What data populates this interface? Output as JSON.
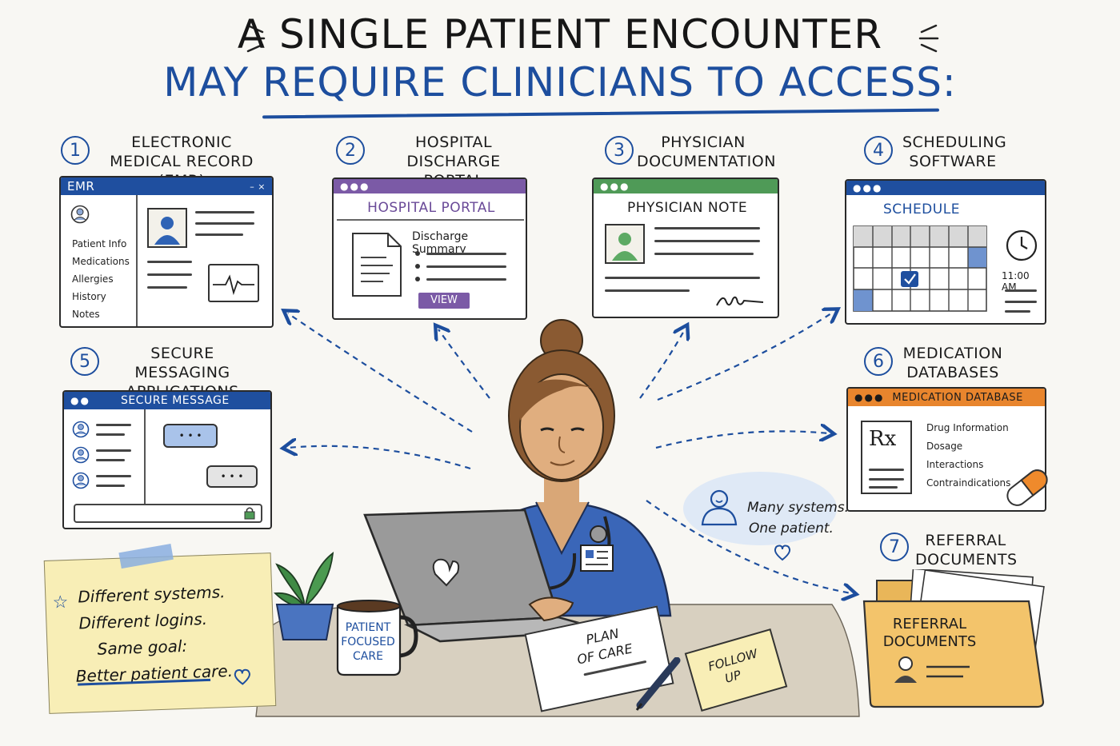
{
  "title": {
    "line1": "A SINGLE PATIENT ENCOUNTER",
    "line2": "MAY REQUIRE CLINICIANS TO ACCESS:"
  },
  "systems": [
    {
      "number": "1",
      "label_line1": "ELECTRONIC",
      "label_line2": "MEDICAL RECORD (EMR)"
    },
    {
      "number": "2",
      "label_line1": "HOSPITAL DISCHARGE",
      "label_line2": "PORTAL"
    },
    {
      "number": "3",
      "label_line1": "PHYSICIAN",
      "label_line2": "DOCUMENTATION"
    },
    {
      "number": "4",
      "label_line1": "SCHEDULING",
      "label_line2": "SOFTWARE"
    },
    {
      "number": "5",
      "label_line1": "SECURE MESSAGING",
      "label_line2": "APPLICATIONS"
    },
    {
      "number": "6",
      "label_line1": "MEDICATION",
      "label_line2": "DATABASES"
    },
    {
      "number": "7",
      "label_line1": "REFERRAL",
      "label_line2": "DOCUMENTS"
    }
  ],
  "emr": {
    "title": "EMR",
    "menu": [
      "Patient Info",
      "Medications",
      "Allergies",
      "History",
      "Notes"
    ]
  },
  "portal": {
    "title": "HOSPITAL PORTAL",
    "doc_title": "Discharge Summary",
    "button": "VIEW"
  },
  "physician": {
    "title": "PHYSICIAN NOTE"
  },
  "schedule": {
    "title": "SCHEDULE",
    "time": "11:00 AM"
  },
  "messaging": {
    "title": "SECURE MESSAGE",
    "bubble": "• • •"
  },
  "medication": {
    "title": "MEDICATION DATABASE",
    "rx": "Rx",
    "items": [
      "Drug Information",
      "Dosage",
      "Interactions",
      "Contraindications"
    ]
  },
  "referral": {
    "line1": "REFERRAL",
    "line2": "DOCUMENTS"
  },
  "bubble": {
    "line1": "Many systems.",
    "line2": "One patient."
  },
  "sticky": {
    "line1": "Different systems.",
    "line2": "Different logins.",
    "line3": "Same goal:",
    "line4": "Better patient care."
  },
  "mug": {
    "line1": "PATIENT",
    "line2": "FOCUSED",
    "line3": "CARE"
  },
  "notebook": {
    "line1": "PLAN",
    "line2": "OF CARE"
  },
  "followup": {
    "line1": "FOLLOW",
    "line2": "UP"
  },
  "colors": {
    "accent": "#1d4e9e",
    "emr_bar": "#1f4f9f",
    "portal_bar": "#7b5aa6",
    "physician_bar": "#4f9a57",
    "med_bar": "#e8852d",
    "sticky": "#f8eeb6",
    "folder": "#f3c46b",
    "scrubs": "#3a66b8"
  }
}
